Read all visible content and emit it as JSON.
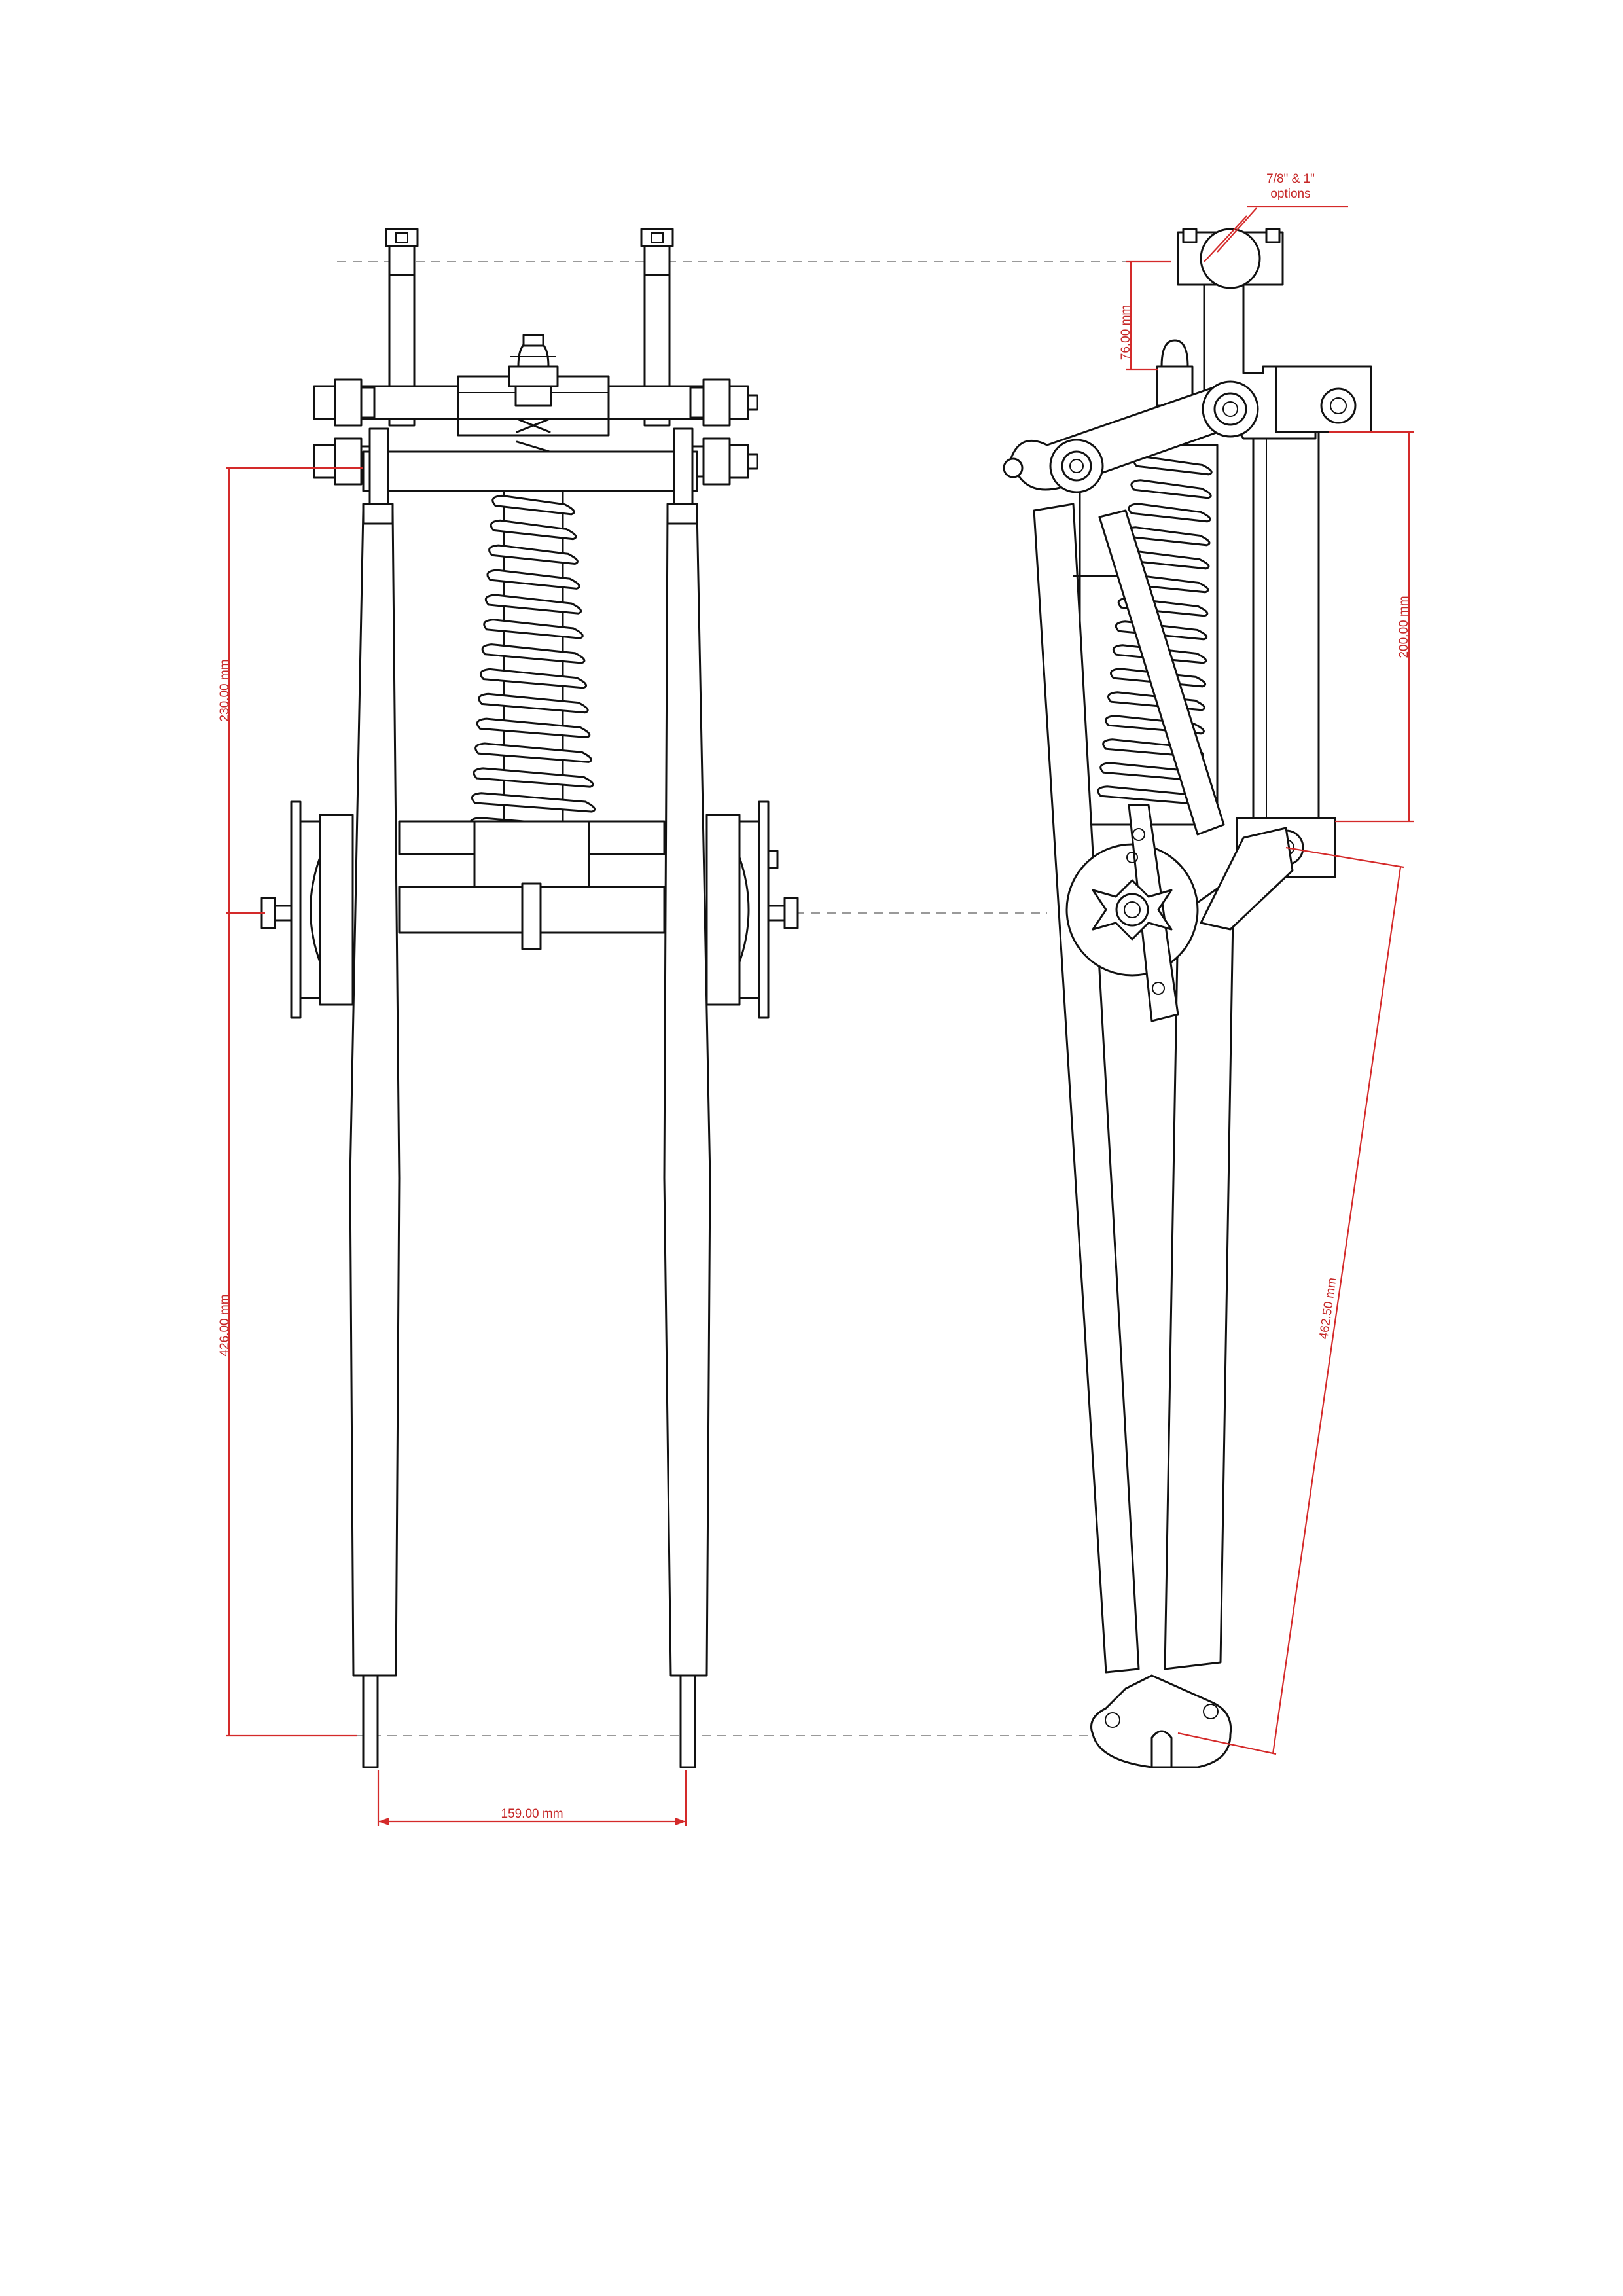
{
  "colors": {
    "outline": "#111111",
    "dimension": "#d42a2a",
    "centerline": "#9a9a9a",
    "background": "#ffffff"
  },
  "dimensions": {
    "top_to_axle": "230.00 mm",
    "axle_to_dropout": "426.00 mm",
    "track_width": "159.00 mm",
    "clamp_height": "76.00 mm",
    "head_tube_length": "200.00 mm",
    "pivot_to_dropout": "462.50 mm"
  },
  "notes": {
    "bar_clamp_line1": "7/8\" & 1\"",
    "bar_clamp_line2": "options"
  }
}
